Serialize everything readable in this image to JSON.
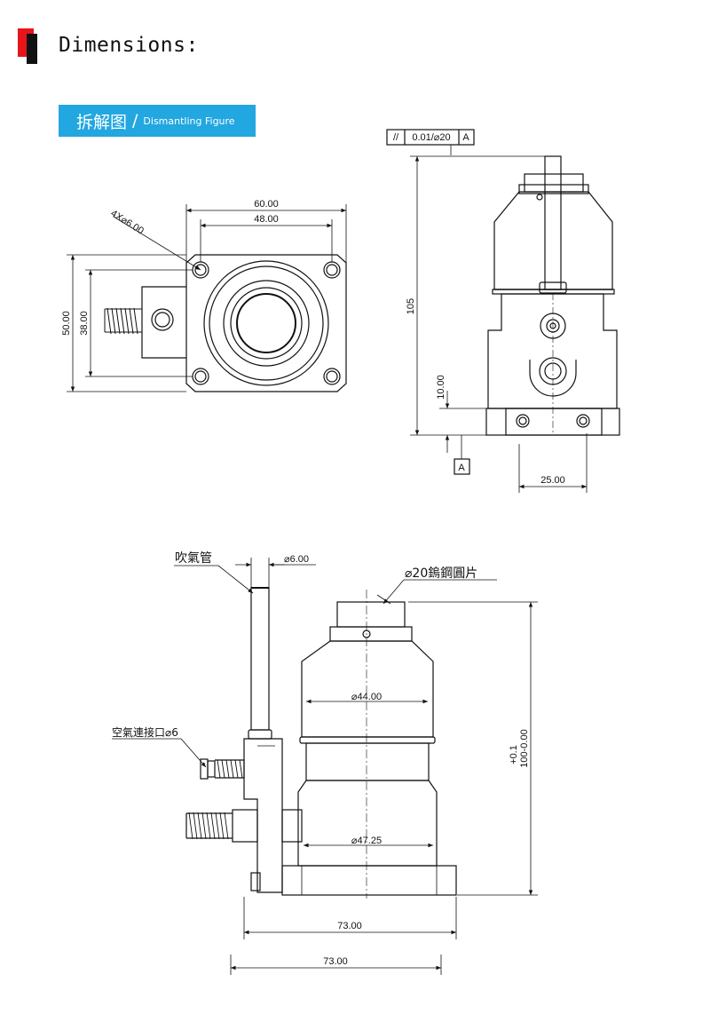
{
  "header": {
    "title": "Dimensions:"
  },
  "banner": {
    "cn": "拆解图",
    "sep": "/",
    "en": "Dismantling Figure"
  },
  "top_view": {
    "width_outer": "60.00",
    "width_inner": "48.00",
    "height_outer": "50.00",
    "height_inner": "38.00",
    "holes": "4X⌀6.00"
  },
  "side_view": {
    "tolerance_sym": "//",
    "tolerance_val": "0.01/⌀20",
    "tolerance_ref": "A",
    "height": "105",
    "base_height": "10.00",
    "datum": "A",
    "width": "25.00"
  },
  "front_view": {
    "blow_tube": "吹氣管",
    "tube_dia": "⌀6.00",
    "insert": "⌀20鎢鋼圓片",
    "air_port": "空氣連接口⌀6",
    "dia_upper": "⌀44.00",
    "dia_lower": "⌀47.25",
    "height_main": "100-0.00",
    "height_tol": "+0.1",
    "width_a": "73.00",
    "width_b": "73.00"
  }
}
